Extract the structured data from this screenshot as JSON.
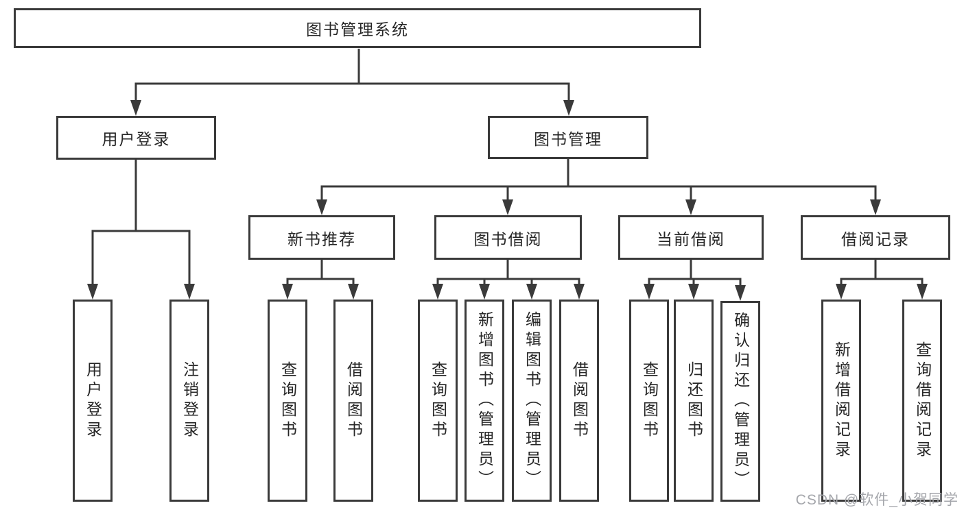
{
  "diagram": {
    "root": {
      "label": "图书管理系统"
    },
    "level2": [
      {
        "id": "user-login",
        "label": "用户登录"
      },
      {
        "id": "book-management",
        "label": "图书管理"
      }
    ],
    "level3": [
      {
        "id": "new-book-recommend",
        "label": "新书推荐"
      },
      {
        "id": "book-borrow",
        "label": "图书借阅"
      },
      {
        "id": "current-borrow",
        "label": "当前借阅"
      },
      {
        "id": "borrow-records",
        "label": "借阅记录"
      }
    ],
    "leaves": {
      "user_login": [
        {
          "label": "用户登录"
        },
        {
          "label": "注销登录"
        }
      ],
      "new_books": [
        {
          "label": "查询图书"
        },
        {
          "label": "借阅图书"
        }
      ],
      "book_borrow": [
        {
          "label": "查询图书"
        },
        {
          "label": "新增图书（管理员）"
        },
        {
          "label": "编辑图书（管理员）"
        },
        {
          "label": "借阅图书"
        }
      ],
      "current_borrow": [
        {
          "label": "查询图书"
        },
        {
          "label": "归还图书"
        },
        {
          "label": "确认归还（管理员）"
        }
      ],
      "borrow_records": [
        {
          "label": "新增借阅记录"
        },
        {
          "label": "查询借阅记录"
        }
      ]
    }
  },
  "watermark": {
    "text": "CSDN @软件_小贺同学"
  },
  "colors": {
    "line": "#3a3a3a",
    "text": "#262626",
    "watermark": "#a4a6ab",
    "background": "#ffffff"
  }
}
